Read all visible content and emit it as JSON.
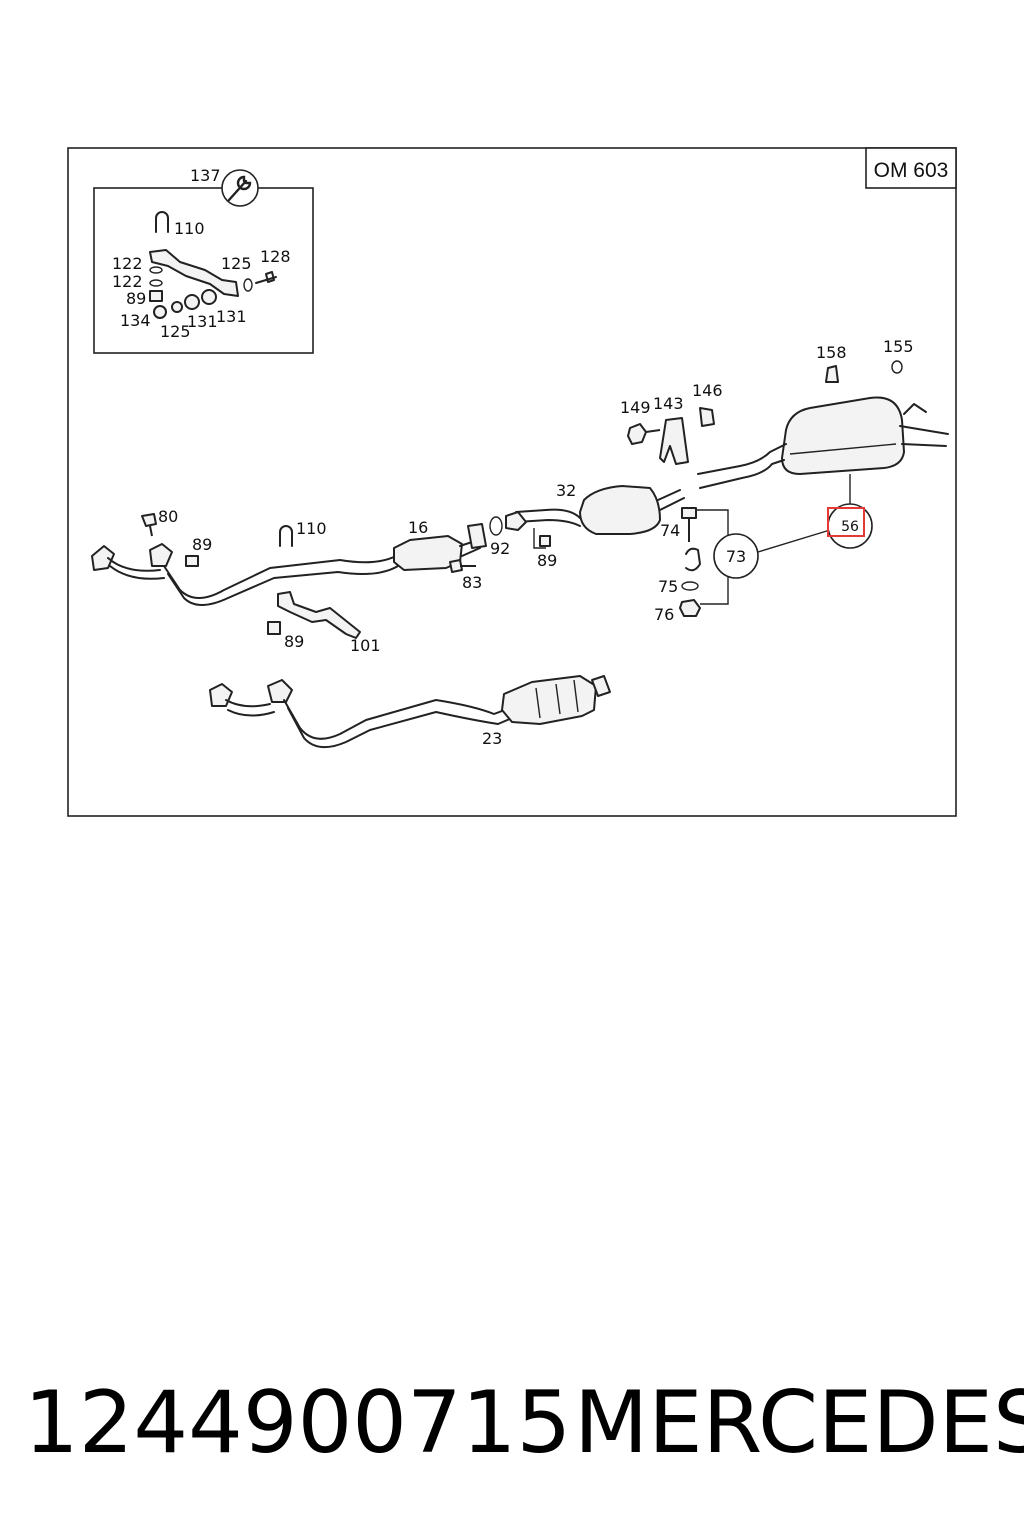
{
  "diagram": {
    "engine_tag": "OM 603",
    "inset_callout": "137",
    "callouts": {
      "c110a": "110",
      "c122a": "122",
      "c122b": "122",
      "c125a": "125",
      "c128": "128",
      "c89a": "89",
      "c134": "134",
      "c125b": "125",
      "c131a": "131",
      "c131b": "131",
      "c158": "158",
      "c155": "155",
      "c149": "149",
      "c143": "143",
      "c146": "146",
      "c32": "32",
      "c80": "80",
      "c89b": "89",
      "c110b": "110",
      "c16": "16",
      "c92": "92",
      "c89c": "89",
      "c83": "83",
      "c74": "74",
      "c73": "73",
      "c56": "56",
      "c75": "75",
      "c76": "76",
      "c89d": "89",
      "c101": "101",
      "c23": "23"
    }
  },
  "footer": {
    "part_number": "1244900715",
    "brand": "MERCEDES"
  },
  "colors": {
    "highlight": "#e53935",
    "line": "#222222"
  }
}
